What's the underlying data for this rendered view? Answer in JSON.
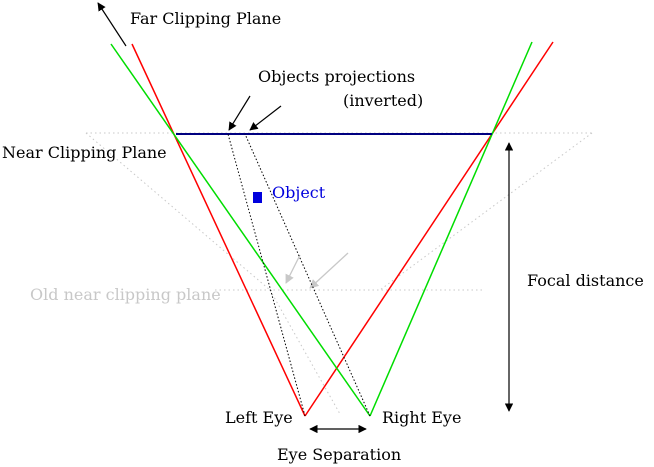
{
  "labels": {
    "far_clipping_plane": "Far Clipping Plane",
    "objects_projections_1": "Objects projections",
    "objects_projections_2": "(inverted)",
    "near_clipping_plane": "Near Clipping Plane",
    "object": "Object",
    "old_near_clipping_plane": "Old near clipping plane",
    "focal_distance": "Focal distance",
    "left_eye": "Left Eye",
    "right_eye": "Right Eye",
    "eye_separation": "Eye Separation"
  },
  "colors": {
    "left_eye_frustum": "#ff0000",
    "right_eye_frustum": "#00dd00",
    "near_plane": "#000080",
    "object": "#0000dd",
    "old_geometry": "#c8c8c8",
    "ink": "#000000"
  }
}
